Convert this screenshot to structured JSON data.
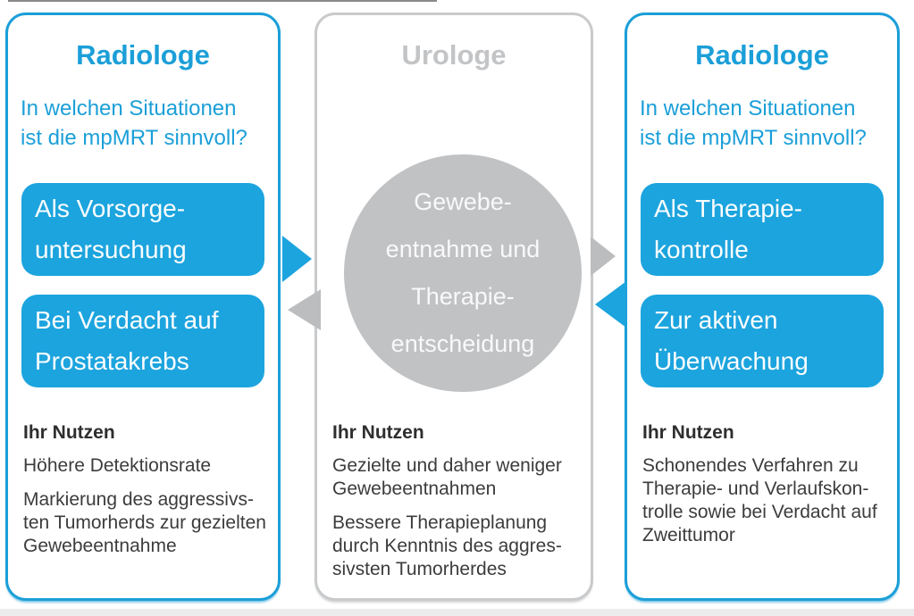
{
  "colors": {
    "blue_accent": "#1b9fd8",
    "blue_button": "#1ca4de",
    "gray_border": "#c9cacc",
    "gray_title": "#c3c4c6",
    "gray_circle": "#c1c2c4",
    "gray_arrow": "#bcbdbf",
    "text_dark": "#3c3c3c"
  },
  "left_column": {
    "title": "Radiologe",
    "question": "In welchen Situationen\nist die mpMRT sinnvoll?",
    "button_1": "Als Vorsorge-\nuntersuchung",
    "button_2": "Bei Verdacht auf\nProstatakrebs",
    "benefits_heading": "Ihr Nutzen",
    "benefit_1": "Höhere Detektionsrate",
    "benefit_2": "Markierung des aggressivs-\nten Tumorherds zur gezielten\nGewebeentnahme"
  },
  "middle_column": {
    "title": "Urologe",
    "circle_text": "Gewebe-\nentnahme und\nTherapie-\nentscheidung",
    "benefits_heading": "Ihr Nutzen",
    "benefit_1": "Gezielte und daher weniger\nGewebeentnahmen",
    "benefit_2": "Bessere Therapieplanung\ndurch Kenntnis des aggres-\nsivsten Tumorherdes"
  },
  "right_column": {
    "title": "Radiologe",
    "question": "In welchen Situationen\nist die mpMRT sinnvoll?",
    "button_1": "Als Therapie-\nkontrolle",
    "button_2": "Zur aktiven\nÜberwachung",
    "benefits_heading": "Ihr Nutzen",
    "benefit_1": "Schonendes Verfahren zu\nTherapie- und Verlaufskon-\ntrolle sowie bei Verdacht auf\nZweittumor"
  }
}
